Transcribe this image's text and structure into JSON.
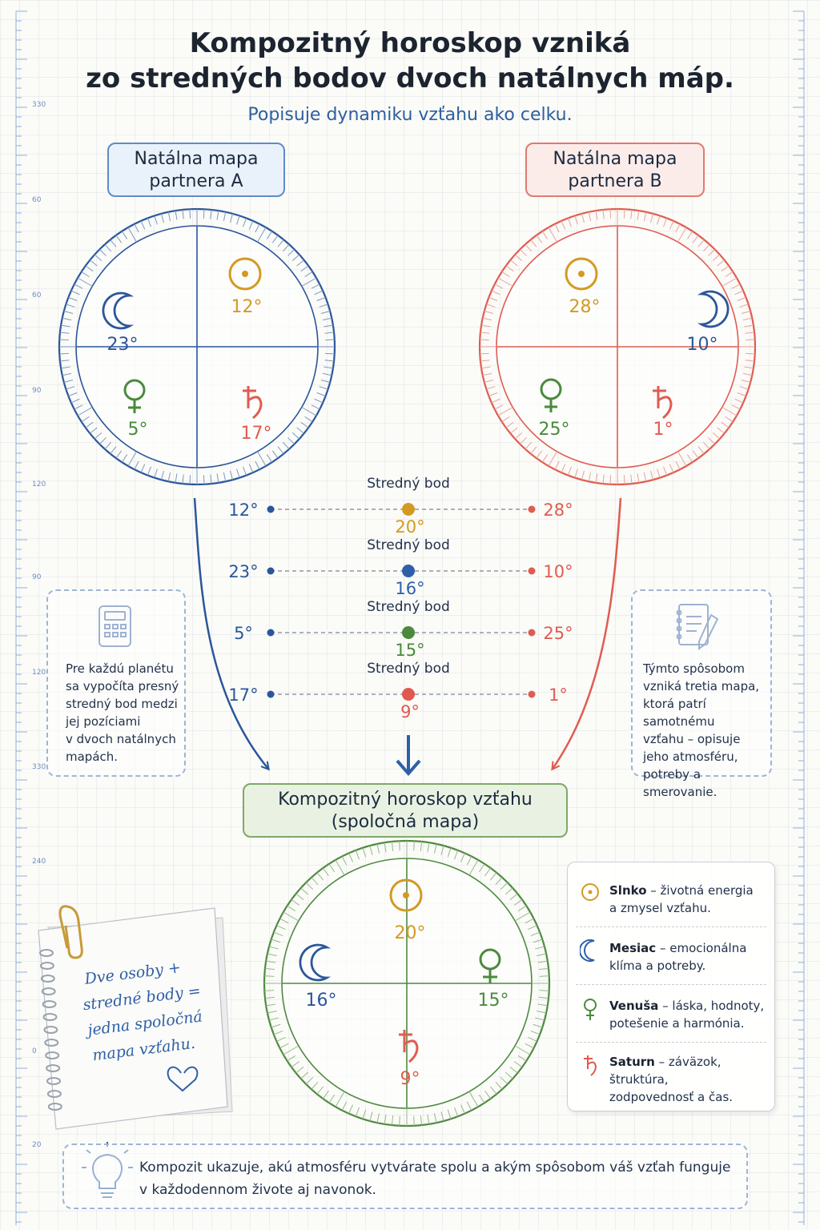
{
  "title_line1": "Kompozitný horoskop vzniká",
  "title_line2": "zo stredných bodov dvoch natálnych máp.",
  "subtitle": "Popisuje dynamiku vzťahu ako celku.",
  "chart_a": {
    "label_line1": "Natálna mapa",
    "label_line2": "partnera A",
    "sun": "12°",
    "moon": "23°",
    "venus": "5°",
    "saturn": "17°",
    "color": "#2b569a"
  },
  "chart_b": {
    "label_line1": "Natálna mapa",
    "label_line2": "partnera B",
    "sun": "28°",
    "moon": "10°",
    "venus": "25°",
    "saturn": "1°",
    "color": "#e05c50"
  },
  "midpoints": [
    {
      "label": "Stredný bod",
      "a": "12°",
      "b": "28°",
      "mid": "20°",
      "color": "#d39a22"
    },
    {
      "label": "Stredný bod",
      "a": "23°",
      "b": "10°",
      "mid": "16°",
      "color": "#2e60a8"
    },
    {
      "label": "Stredný bod",
      "a": "5°",
      "b": "25°",
      "mid": "15°",
      "color": "#4a8a3c"
    },
    {
      "label": "Stredný bod",
      "a": "17°",
      "b": "1°",
      "mid": "9°",
      "color": "#e0594e"
    }
  ],
  "note_left": [
    "Pre každú planétu",
    "sa vypočíta presný",
    "stredný bod medzi",
    "jej pozíciami",
    "v dvoch natálnych",
    "mapách."
  ],
  "note_right": [
    "Týmto spôsobom",
    "vzniká tretia mapa,",
    "ktorá patrí samotnému",
    "vzťahu – opisuje",
    "jeho atmosféru,",
    "potreby a smerovanie."
  ],
  "composite": {
    "label_line1": "Kompozitný horoskop vzťahu",
    "label_line2": "(spoločná mapa)",
    "sun": "20°",
    "moon": "16°",
    "venus": "15°",
    "saturn": "9°",
    "color": "#4f8a40"
  },
  "sticky": [
    "Dve osoby +",
    "stredné body =",
    "jedna spoločná",
    "mapa vzťahu."
  ],
  "legend": [
    {
      "icon": "sun-icon",
      "name": "Slnko",
      "desc1": " – životná energia",
      "desc2": "a zmysel vzťahu.",
      "color": "#d39a22"
    },
    {
      "icon": "moon-icon",
      "name": "Mesiac",
      "desc1": " – emocionálna",
      "desc2": "klíma a potreby.",
      "color": "#2e60a8"
    },
    {
      "icon": "venus-icon",
      "name": "Venuša",
      "desc1": " – láska, hodnoty,",
      "desc2": "potešenie a harmónia.",
      "color": "#4a8a3c"
    },
    {
      "icon": "saturn-icon",
      "name": "Saturn",
      "desc1": " – záväzok, štruktúra,",
      "desc2": "zodpovednosť a čas.",
      "color": "#e0594e"
    }
  ],
  "bottom_line1": "Kompozit ukazuje, akú atmosféru vytvárate spolu a akým spôsobom váš vzťah funguje",
  "bottom_line2": "v každodennom živote aj navonok.",
  "ruler_left": [
    "330",
    "60",
    "60",
    "90",
    "120",
    "90",
    "120",
    "330",
    "240",
    "0",
    "20"
  ]
}
